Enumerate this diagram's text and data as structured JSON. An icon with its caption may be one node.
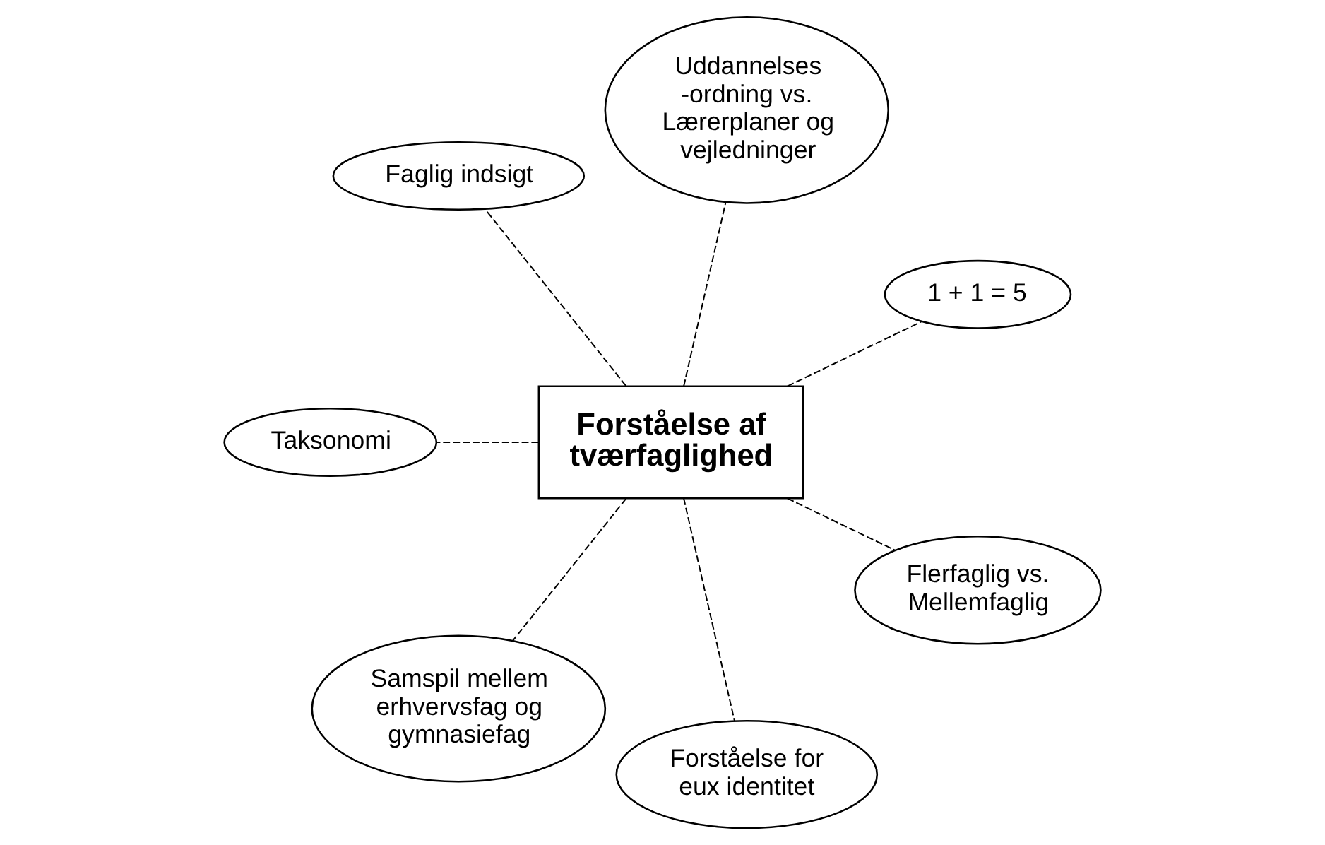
{
  "diagram": {
    "nodes": [
      {
        "text": [
          "Forståelse af tværfaglighed"
        ]
      },
      {
        "text": [
          "1 + 1 = 5"
        ]
      },
      {
        "text": [
          "Uddannelses -ordning vs. Lærerplaner og vejledninger"
        ]
      },
      {
        "text": [
          "Faglig indsigt"
        ]
      },
      {
        "text": [
          "Taksonomi"
        ]
      },
      {
        "text": [
          "Samspil mellem erhvervsfag og gymnasiefag"
        ]
      },
      {
        "text": [
          "Forståelse for eux identitet"
        ]
      },
      {
        "text": [
          "Flerfaglig vs. Mellemfaglig"
        ]
      }
    ],
    "edges": [
      {
        "from": 0,
        "to": 1,
        "arrow": "none",
        "style": "dashed"
      },
      {
        "from": 0,
        "to": 2,
        "arrow": "none",
        "style": "dashed"
      },
      {
        "from": 0,
        "to": 4,
        "arrow": "none",
        "style": "dashed"
      },
      {
        "from": 0,
        "to": 6,
        "arrow": "none",
        "style": "dashed"
      },
      {
        "from": 0,
        "to": 7,
        "arrow": "none",
        "style": "dashed"
      },
      {
        "from": 0,
        "to": 5,
        "arrow": "none",
        "style": "dashed"
      },
      {
        "from": 0,
        "to": 3,
        "arrow": "none",
        "style": "dashed"
      }
    ]
  }
}
